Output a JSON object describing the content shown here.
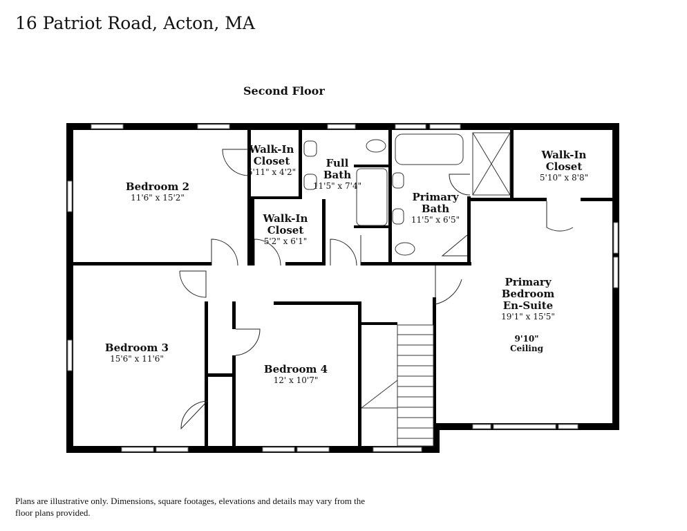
{
  "title": "16 Patriot Road, Acton, MA",
  "floor_label": "Second Floor",
  "rooms": [
    {
      "name": [
        "Bedroom 2"
      ],
      "dims": "11'6\" x 15'2\""
    },
    {
      "name": [
        "Walk-In",
        "Closet"
      ],
      "dims": "5'11\" x 4'2\""
    },
    {
      "name": [
        "Full",
        "Bath"
      ],
      "dims": "11'5\" x 7'4\""
    },
    {
      "name": [
        "Walk-In",
        "Closet"
      ],
      "dims": "5'2\" x 6'1\""
    },
    {
      "name": [
        "Primary",
        "Bath"
      ],
      "dims": "11'5\" x 6'5\""
    },
    {
      "name": [
        "Walk-In",
        "Closet"
      ],
      "dims": "5'10\" x 8'8\""
    },
    {
      "name": [
        "Primary",
        "Bedroom",
        "En-Suite"
      ],
      "dims": "19'1\" x 15'5\"",
      "extra": [
        "9'10\"",
        "Ceiling"
      ]
    },
    {
      "name": [
        "Bedroom 3"
      ],
      "dims": "15'6\" x 11'6\""
    },
    {
      "name": [
        "Bedroom 4"
      ],
      "dims": "12' x 10'7\""
    }
  ],
  "disclaimer": "Plans are illustrative only. Dimensions, square footages, elevations and details may vary from the floor plans provided."
}
